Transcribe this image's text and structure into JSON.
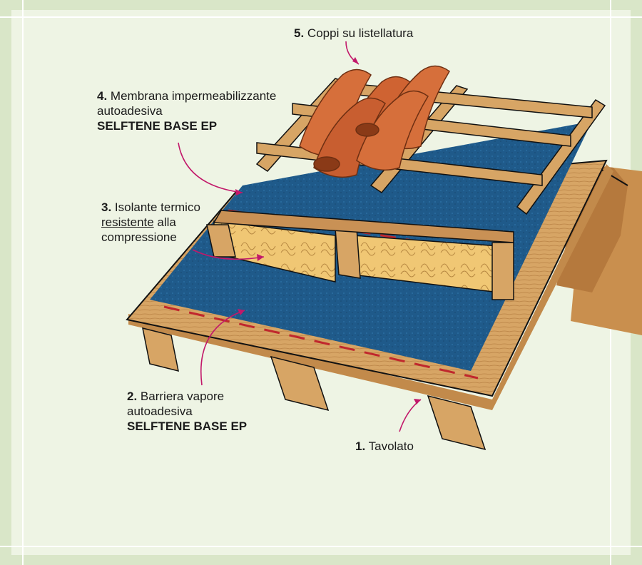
{
  "colors": {
    "background": "#d9e6c8",
    "panel": "#eef4e4",
    "membrane": "#1f5a8a",
    "wood": "#d7a565",
    "insulation": "#f0c774",
    "tiles": "#d66f3b",
    "arrows": "#c2186a"
  },
  "labels": {
    "l1": {
      "num": "1.",
      "text": "Tavolato"
    },
    "l2": {
      "num": "2.",
      "line1": "Barriera vapore",
      "line2": "autoadesiva",
      "line3": "SELFTENE BASE EP"
    },
    "l3": {
      "num": "3.",
      "line1": "Isolante termico",
      "line2a": "resistente",
      "line2b": " alla",
      "line3": "compressione"
    },
    "l4": {
      "num": "4.",
      "line1": "Membrana impermeabilizzante",
      "line2": "autoadesiva",
      "line3": "SELFTENE BASE EP"
    },
    "l5": {
      "num": "5.",
      "text": "Coppi su listellatura"
    }
  }
}
